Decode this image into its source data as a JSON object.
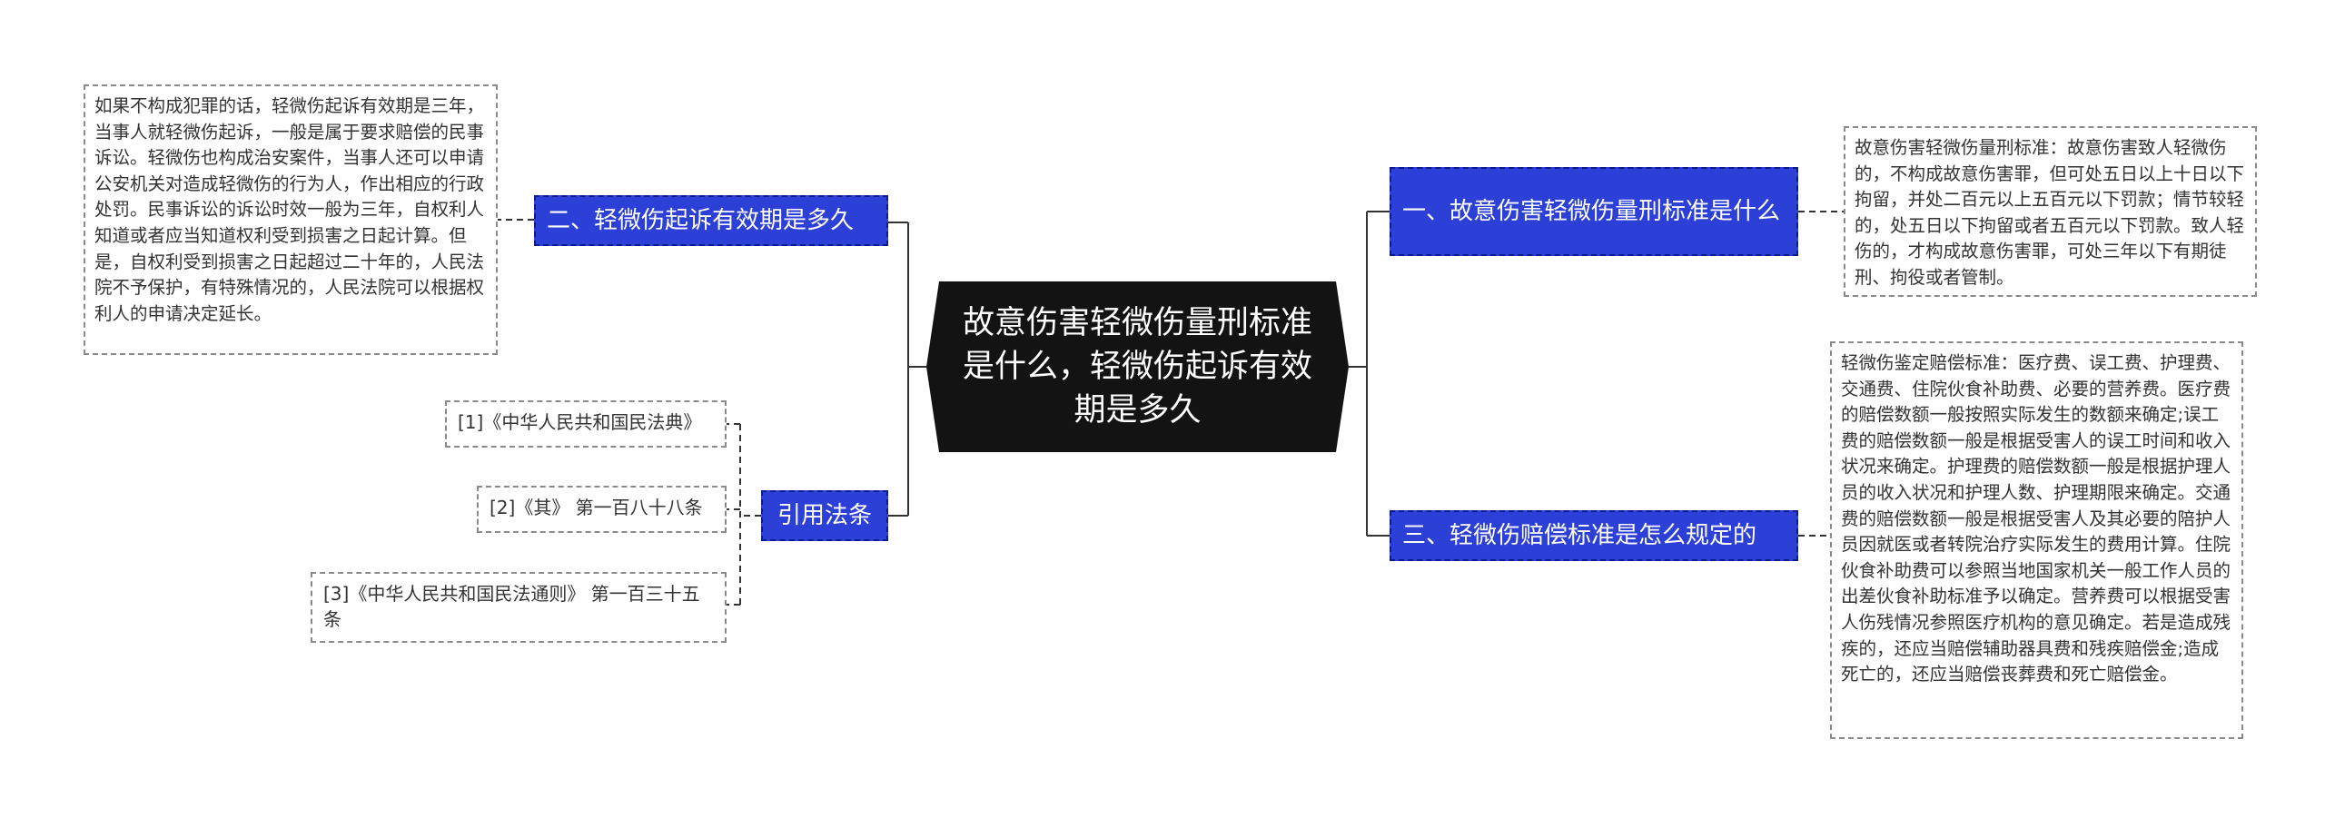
{
  "central": {
    "title": "故意伤害轻微伤量刑标准是什么，轻微伤起诉有效期是多久"
  },
  "right": {
    "topic1": {
      "label": "一、故意伤害轻微伤量刑标准是什么",
      "note": "故意伤害轻微伤量刑标准：故意伤害致人轻微伤的，不构成故意伤害罪，但可处五日以上十日以下拘留，并处二百元以上五百元以下罚款；情节较轻的，处五日以下拘留或者五百元以下罚款。致人轻伤的，才构成故意伤害罪，可处三年以下有期徒刑、拘役或者管制。"
    },
    "topic3": {
      "label": "三、轻微伤赔偿标准是怎么规定的",
      "note": "轻微伤鉴定赔偿标准：医疗费、误工费、护理费、交通费、住院伙食补助费、必要的营养费。医疗费的赔偿数额一般按照实际发生的数额来确定;误工费的赔偿数额一般是根据受害人的误工时间和收入状况来确定。护理费的赔偿数额一般是根据护理人员的收入状况和护理人数、护理期限来确定。交通费的赔偿数额一般是根据受害人及其必要的陪护人员因就医或者转院治疗实际发生的费用计算。住院伙食补助费可以参照当地国家机关一般工作人员的出差伙食补助标准予以确定。营养费可以根据受害人伤残情况参照医疗机构的意见确定。若是造成残疾的，还应当赔偿辅助器具费和残疾赔偿金;造成死亡的，还应当赔偿丧葬费和死亡赔偿金。"
    }
  },
  "left": {
    "topic2": {
      "label": "二、轻微伤起诉有效期是多久",
      "note": "如果不构成犯罪的话，轻微伤起诉有效期是三年，当事人就轻微伤起诉，一般是属于要求赔偿的民事诉讼。轻微伤也构成治安案件，当事人还可以申请公安机关对造成轻微伤的行为人，作出相应的行政处罚。民事诉讼的诉讼时效一般为三年，自权利人知道或者应当知道权利受到损害之日起计算。但是，自权利受到损害之日起超过二十年的，人民法院不予保护，有特殊情况的，人民法院可以根据权利人的申请决定延长。"
    },
    "refs": {
      "label": "引用法条",
      "items": [
        "[1]《中华人民共和国民法典》",
        "[2]《其》 第一百八十八条",
        "[3]《中华人民共和国民法通则》 第一百三十五条"
      ]
    }
  },
  "colors": {
    "central_bg": "#131313",
    "topic_bg": "#2c3fd6",
    "topic_border": "#0c1a8a",
    "line": "#333333",
    "note_border": "#8a8a8a"
  }
}
